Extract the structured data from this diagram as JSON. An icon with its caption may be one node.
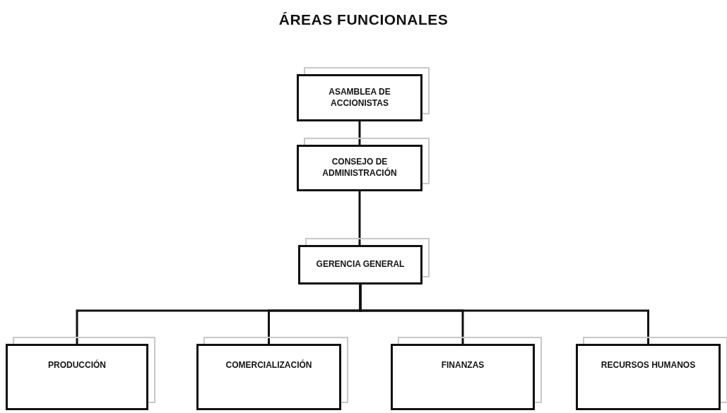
{
  "diagram": {
    "title": "ÁREAS FUNCIONALES",
    "nodes": [
      {
        "text": [
          "ASAMBLEA DE ACCIONISTAS"
        ]
      },
      {
        "text": [
          "CONSEJO DE ADMINISTRACIÓN"
        ]
      },
      {
        "text": [
          "GERENCIA GENERAL"
        ]
      },
      {
        "text": [
          "PRODUCCIÓN"
        ]
      },
      {
        "text": [
          "COMERCIALIZACIÓN"
        ]
      },
      {
        "text": [
          "FINANZAS"
        ]
      },
      {
        "text": [
          "RECURSOS HUMANOS"
        ]
      }
    ],
    "edges": [
      {
        "from": 0,
        "to": 1,
        "arrow": "none"
      },
      {
        "from": 1,
        "to": 2,
        "arrow": "none"
      },
      {
        "from": 2,
        "to": 3,
        "arrow": "none"
      },
      {
        "from": 2,
        "to": 4,
        "arrow": "none"
      },
      {
        "from": 2,
        "to": 5,
        "arrow": "none"
      },
      {
        "from": 2,
        "to": 6,
        "arrow": "none"
      }
    ]
  }
}
